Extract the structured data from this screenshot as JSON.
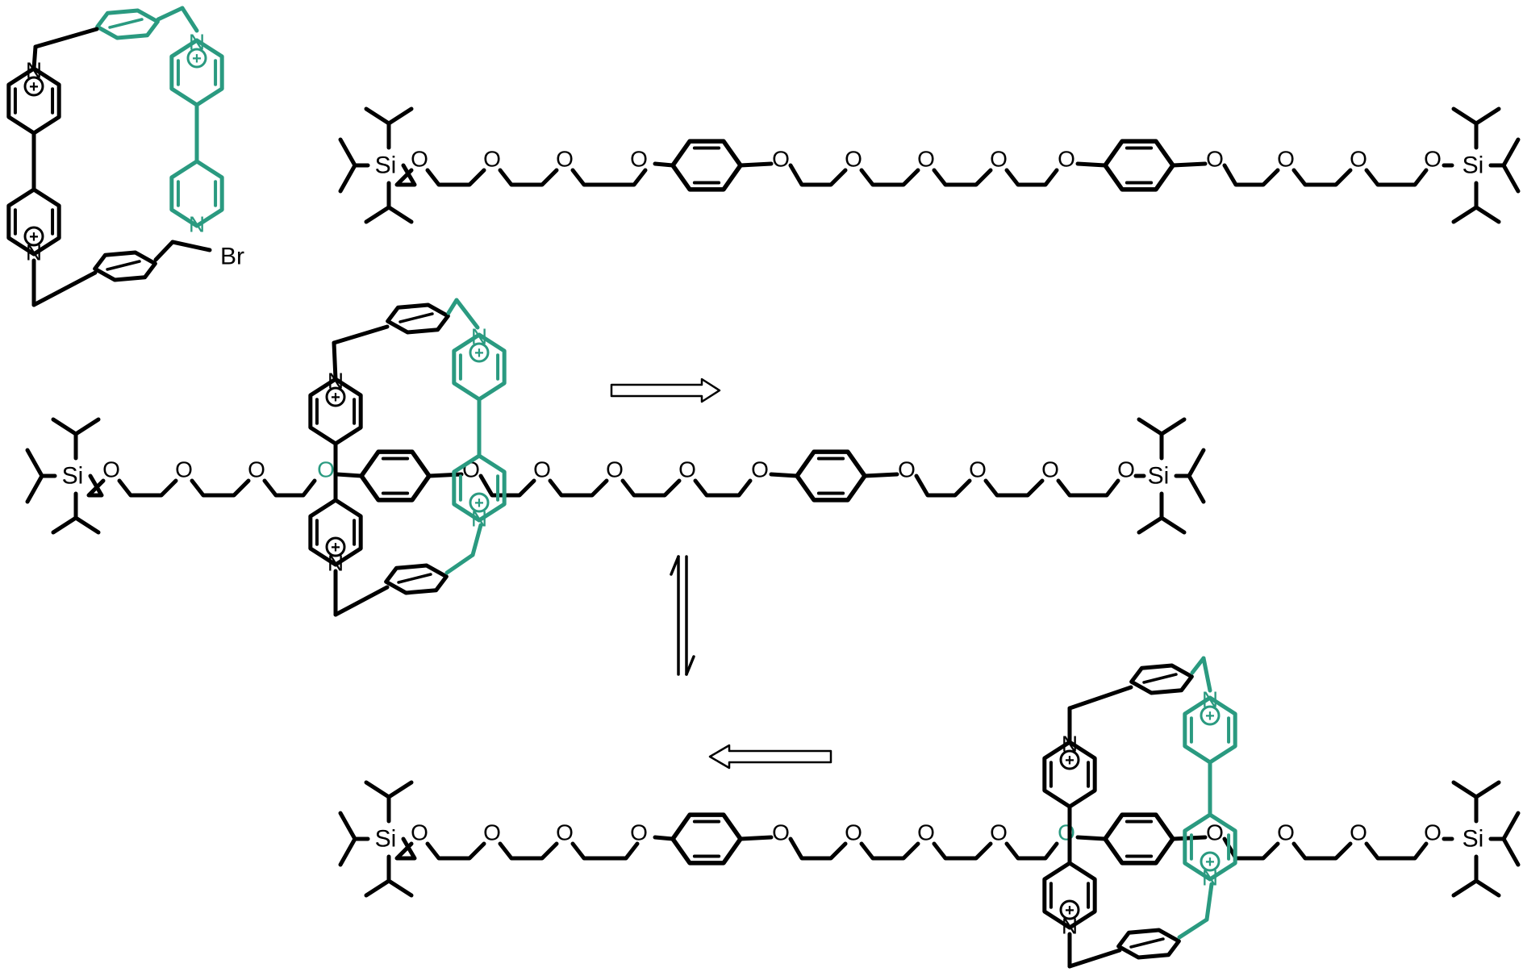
{
  "colors": {
    "ink": "#000000",
    "accent": "#2a9a80",
    "background": "#ffffff"
  },
  "labels": {
    "si": "Si",
    "o": "O",
    "n": "N",
    "br": "Br",
    "plus": "+"
  },
  "arrows": [
    {
      "name": "open-arrow-right",
      "kind": "hollow",
      "direction": "right"
    },
    {
      "name": "equilibrium-arrows",
      "kind": "equilibrium",
      "direction": "vertical"
    },
    {
      "name": "open-arrow-left",
      "kind": "hollow",
      "direction": "left"
    }
  ],
  "structures": [
    "cyclophane-precursor-bromide",
    "dumbbell-thread",
    "rotaxane-station-left",
    "rotaxane-station-right"
  ]
}
